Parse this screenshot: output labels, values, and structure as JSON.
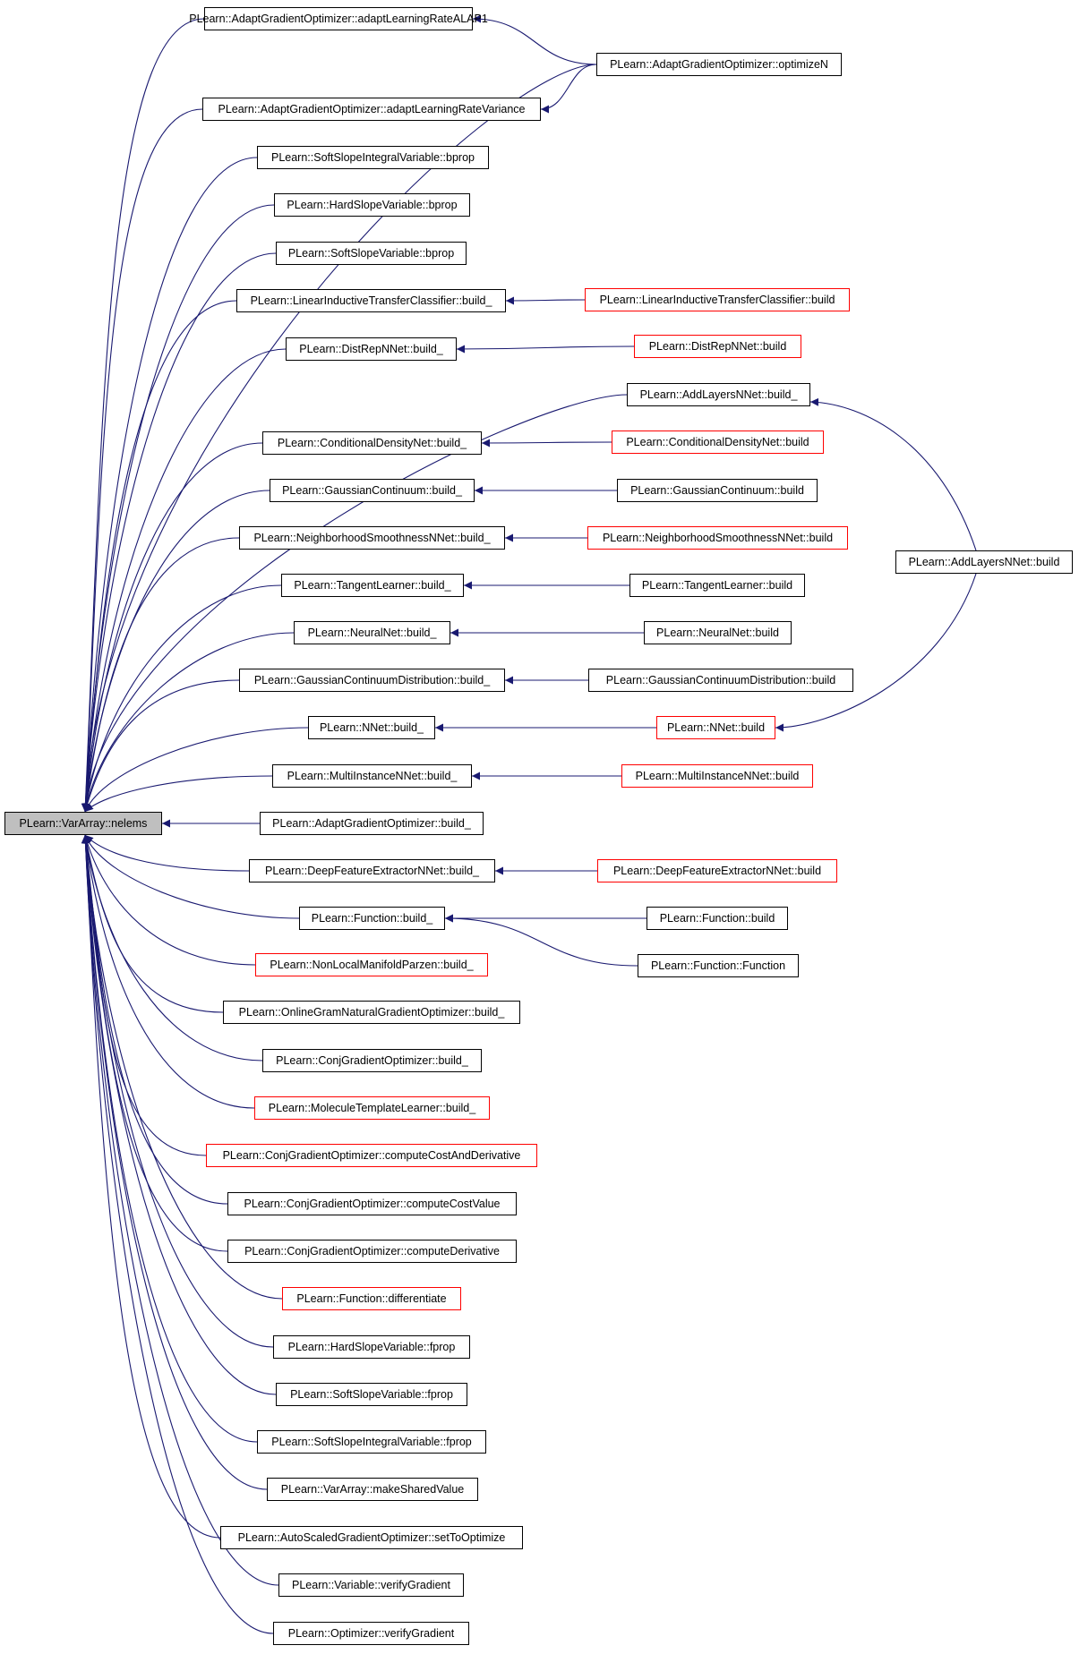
{
  "colors": {
    "edge": "#191970",
    "node_border": "#000000",
    "node_border_truncated": "#ff0000",
    "root_fill": "#bfbfbf"
  },
  "graph": {
    "root": "PLearn::VarArray::nelems",
    "nodes": [
      {
        "id": "root",
        "label": "PLearn::VarArray::nelems",
        "root": true
      },
      {
        "id": "agoALAP",
        "label": "PLearn::AdaptGradientOptimizer::adaptLearningRateALAP1"
      },
      {
        "id": "agoOptN",
        "label": "PLearn::AdaptGradientOptimizer::optimizeN"
      },
      {
        "id": "agoVar",
        "label": "PLearn::AdaptGradientOptimizer::adaptLearningRateVariance"
      },
      {
        "id": "ssiBprop",
        "label": "PLearn::SoftSlopeIntegralVariable::bprop"
      },
      {
        "id": "hsBprop",
        "label": "PLearn::HardSlopeVariable::bprop"
      },
      {
        "id": "ssBprop",
        "label": "PLearn::SoftSlopeVariable::bprop"
      },
      {
        "id": "litcB_",
        "label": "PLearn::LinearInductiveTransferClassifier::build_"
      },
      {
        "id": "litcB",
        "label": "PLearn::LinearInductiveTransferClassifier::build",
        "red": true
      },
      {
        "id": "drB_",
        "label": "PLearn::DistRepNNet::build_"
      },
      {
        "id": "drB",
        "label": "PLearn::DistRepNNet::build",
        "red": true
      },
      {
        "id": "alB_",
        "label": "PLearn::AddLayersNNet::build_"
      },
      {
        "id": "alB",
        "label": "PLearn::AddLayersNNet::build"
      },
      {
        "id": "cdB_",
        "label": "PLearn::ConditionalDensityNet::build_"
      },
      {
        "id": "cdB",
        "label": "PLearn::ConditionalDensityNet::build",
        "red": true
      },
      {
        "id": "gcB_",
        "label": "PLearn::GaussianContinuum::build_"
      },
      {
        "id": "gcB",
        "label": "PLearn::GaussianContinuum::build"
      },
      {
        "id": "nsB_",
        "label": "PLearn::NeighborhoodSmoothnessNNet::build_"
      },
      {
        "id": "nsB",
        "label": "PLearn::NeighborhoodSmoothnessNNet::build",
        "red": true
      },
      {
        "id": "tlB_",
        "label": "PLearn::TangentLearner::build_"
      },
      {
        "id": "tlB",
        "label": "PLearn::TangentLearner::build"
      },
      {
        "id": "nnB_",
        "label": "PLearn::NeuralNet::build_"
      },
      {
        "id": "nnB",
        "label": "PLearn::NeuralNet::build"
      },
      {
        "id": "gcdB_",
        "label": "PLearn::GaussianContinuumDistribution::build_"
      },
      {
        "id": "gcdB",
        "label": "PLearn::GaussianContinuumDistribution::build"
      },
      {
        "id": "nnetB_",
        "label": "PLearn::NNet::build_"
      },
      {
        "id": "nnetB",
        "label": "PLearn::NNet::build",
        "red": true
      },
      {
        "id": "miB_",
        "label": "PLearn::MultiInstanceNNet::build_"
      },
      {
        "id": "miB",
        "label": "PLearn::MultiInstanceNNet::build",
        "red": true
      },
      {
        "id": "agoB_",
        "label": "PLearn::AdaptGradientOptimizer::build_"
      },
      {
        "id": "dfB_",
        "label": "PLearn::DeepFeatureExtractorNNet::build_"
      },
      {
        "id": "dfB",
        "label": "PLearn::DeepFeatureExtractorNNet::build",
        "red": true
      },
      {
        "id": "fnB_",
        "label": "PLearn::Function::build_"
      },
      {
        "id": "fnB",
        "label": "PLearn::Function::build"
      },
      {
        "id": "fnF",
        "label": "PLearn::Function::Function"
      },
      {
        "id": "nlmB_",
        "label": "PLearn::NonLocalManifoldParzen::build_",
        "red": true
      },
      {
        "id": "ogB_",
        "label": "PLearn::OnlineGramNaturalGradientOptimizer::build_"
      },
      {
        "id": "cgB_",
        "label": "PLearn::ConjGradientOptimizer::build_"
      },
      {
        "id": "mtB_",
        "label": "PLearn::MoleculeTemplateLearner::build_",
        "red": true
      },
      {
        "id": "cgCCD",
        "label": "PLearn::ConjGradientOptimizer::computeCostAndDerivative",
        "red": true
      },
      {
        "id": "cgCCV",
        "label": "PLearn::ConjGradientOptimizer::computeCostValue"
      },
      {
        "id": "cgCD",
        "label": "PLearn::ConjGradientOptimizer::computeDerivative"
      },
      {
        "id": "fnDiff",
        "label": "PLearn::Function::differentiate",
        "red": true
      },
      {
        "id": "hsFprop",
        "label": "PLearn::HardSlopeVariable::fprop"
      },
      {
        "id": "ssFprop",
        "label": "PLearn::SoftSlopeVariable::fprop"
      },
      {
        "id": "ssiFprop",
        "label": "PLearn::SoftSlopeIntegralVariable::fprop"
      },
      {
        "id": "vaMSV",
        "label": "PLearn::VarArray::makeSharedValue"
      },
      {
        "id": "asSTO",
        "label": "PLearn::AutoScaledGradientOptimizer::setToOptimize"
      },
      {
        "id": "varVG",
        "label": "PLearn::Variable::verifyGradient"
      },
      {
        "id": "optVG",
        "label": "PLearn::Optimizer::verifyGradient"
      }
    ],
    "edges": [
      [
        "agoALAP",
        "root"
      ],
      [
        "agoOptN",
        "root"
      ],
      [
        "agoVar",
        "root"
      ],
      [
        "ssiBprop",
        "root"
      ],
      [
        "hsBprop",
        "root"
      ],
      [
        "ssBprop",
        "root"
      ],
      [
        "litcB_",
        "root"
      ],
      [
        "drB_",
        "root"
      ],
      [
        "alB_",
        "root"
      ],
      [
        "cdB_",
        "root"
      ],
      [
        "gcB_",
        "root"
      ],
      [
        "nsB_",
        "root"
      ],
      [
        "tlB_",
        "root"
      ],
      [
        "nnB_",
        "root"
      ],
      [
        "gcdB_",
        "root"
      ],
      [
        "nnetB_",
        "root"
      ],
      [
        "miB_",
        "root"
      ],
      [
        "agoB_",
        "root"
      ],
      [
        "dfB_",
        "root"
      ],
      [
        "fnB_",
        "root"
      ],
      [
        "nlmB_",
        "root"
      ],
      [
        "ogB_",
        "root"
      ],
      [
        "cgB_",
        "root"
      ],
      [
        "mtB_",
        "root"
      ],
      [
        "cgCCD",
        "root"
      ],
      [
        "cgCCV",
        "root"
      ],
      [
        "cgCD",
        "root"
      ],
      [
        "fnDiff",
        "root"
      ],
      [
        "hsFprop",
        "root"
      ],
      [
        "ssFprop",
        "root"
      ],
      [
        "ssiFprop",
        "root"
      ],
      [
        "vaMSV",
        "root"
      ],
      [
        "asSTO",
        "root"
      ],
      [
        "varVG",
        "root"
      ],
      [
        "optVG",
        "root"
      ],
      [
        "agoOptN",
        "agoALAP"
      ],
      [
        "agoOptN",
        "agoVar"
      ],
      [
        "litcB",
        "litcB_"
      ],
      [
        "drB",
        "drB_"
      ],
      [
        "alB",
        "alB_"
      ],
      [
        "cdB",
        "cdB_"
      ],
      [
        "gcB",
        "gcB_"
      ],
      [
        "nsB",
        "nsB_"
      ],
      [
        "tlB",
        "tlB_"
      ],
      [
        "nnB",
        "nnB_"
      ],
      [
        "gcdB",
        "gcdB_"
      ],
      [
        "nnetB",
        "nnetB_"
      ],
      [
        "miB",
        "miB_"
      ],
      [
        "dfB",
        "dfB_"
      ],
      [
        "fnB",
        "fnB_"
      ],
      [
        "fnF",
        "fnB_"
      ],
      [
        "alB",
        "nnetB"
      ]
    ]
  }
}
